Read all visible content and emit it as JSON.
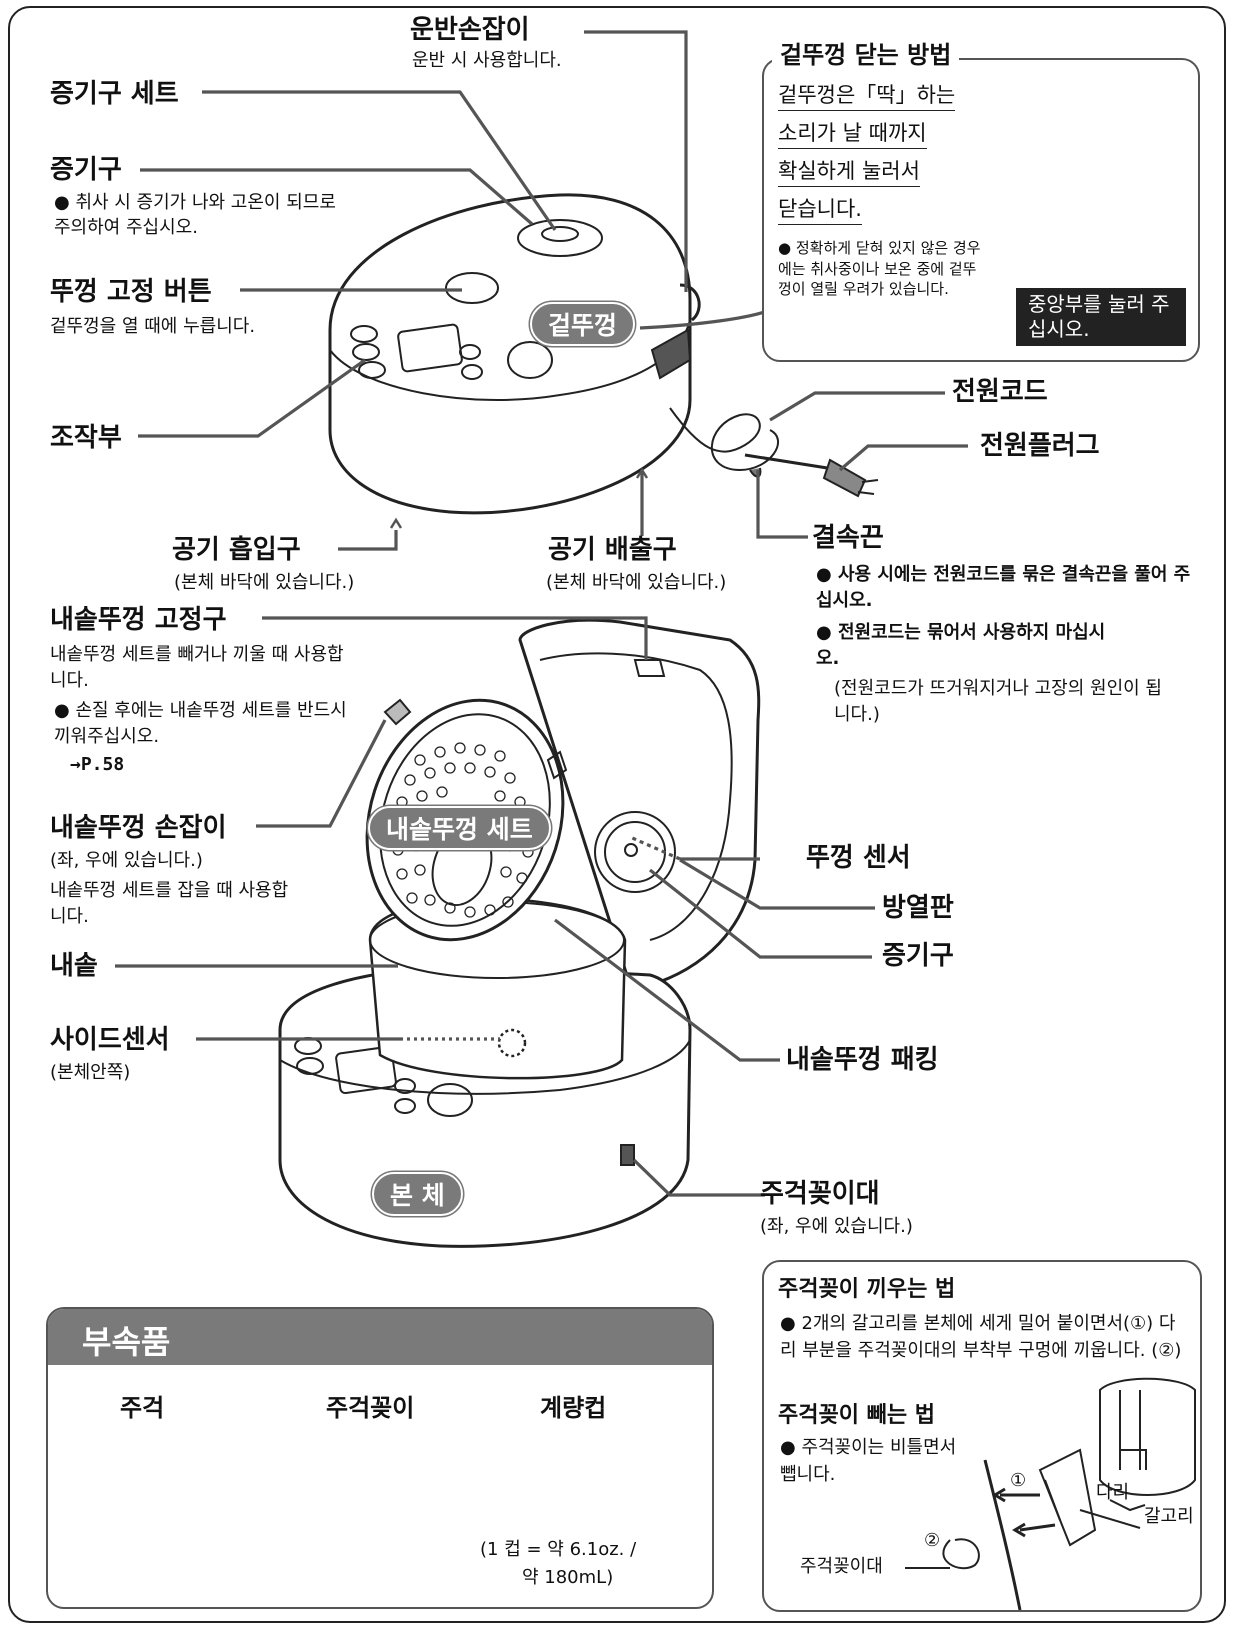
{
  "labels": {
    "carry_handle": {
      "title": "운반손잡이",
      "desc": "운반 시 사용합니다."
    },
    "steam_vent_set": "증기구 세트",
    "steam_vent": {
      "title": "증기구",
      "bullet": "취사 시 증기가 나와 고온이 되므로 주의하여 주십시오."
    },
    "lid_release": {
      "title": "뚜껑 고정 버튼",
      "desc": "겉뚜껑을 열 때에 누릅니다."
    },
    "outer_lid": "겉뚜껑",
    "control_panel": "조작부",
    "power_cord": "전원코드",
    "power_plug": "전원플러그",
    "air_intake": {
      "title": "공기 흡입구",
      "desc": "(본체 바닥에 있습니다.)"
    },
    "air_exhaust": {
      "title": "공기 배출구",
      "desc": "(본체 바닥에 있습니다.)"
    },
    "tie": {
      "title": "결속끈",
      "b1": "사용 시에는 전원코드를 묶은 결속끈을 풀어 주십시오.",
      "b2": "전원코드는 묶어서 사용하지 마십시오.",
      "note": "(전원코드가 뜨거워지거나 고장의 원인이 됩니다.)"
    },
    "inner_lid_hook": {
      "title": "내솥뚜껑 고정구",
      "desc": "내솥뚜껑 세트를 빼거나 끼울 때 사용합니다.",
      "bullet": "손질 후에는 내솥뚜껑 세트를 반드시 끼워주십시오.",
      "ref": "→P.58"
    },
    "inner_lid_handle": {
      "title": "내솥뚜껑 손잡이",
      "desc1": "(좌, 우에 있습니다.)",
      "desc2": "내솥뚜껑 세트를 잡을 때 사용합니다."
    },
    "inner_lid_set": "내솥뚜껑 세트",
    "lid_sensor": "뚜껑 센서",
    "heat_plate": "방열판",
    "steam_vent_2": "증기구",
    "inner_pot": "내솥",
    "side_sensor": {
      "title": "사이드센서",
      "desc": "(본체안쪽)"
    },
    "inner_lid_packing": "내솥뚜껑 패킹",
    "main_body": "본 체",
    "paddle_holder": {
      "title": "주걱꽂이대",
      "desc": "(좌, 우에 있습니다.)"
    }
  },
  "close_lid_box": {
    "title": "겉뚜껑 닫는 방법",
    "lines": [
      "겉뚜껑은「딱」하는",
      "소리가 날 때까지",
      "확실하게 눌러서",
      "닫습니다."
    ],
    "bullet": "정확하게 닫혀 있지 않은 경우에는 취사중이나 보온 중에 겉뚜껑이 열릴 우려가 있습니다.",
    "press_note": "중앙부를 눌러 주십시오."
  },
  "accessories": {
    "title": "부속품",
    "paddle": "주걱",
    "paddle_holder": "주걱꽂이",
    "cup": "계량컵",
    "cup_note_1": "(1 컵 = 약 6.1oz. /",
    "cup_note_2": "약 180mL)"
  },
  "holder_box": {
    "insert_title": "주걱꽂이 끼우는 법",
    "insert_bullet": "2개의 갈고리를 본체에 세게 밀어 붙이면서(①) 다리 부분을 주걱꽂이대의 부착부 구멍에 끼웁니다. (②)",
    "remove_title": "주걱꽂이 빼는 법",
    "remove_bullet": "주걱꽂이는 비틀면서 뺍니다.",
    "leg": "다리",
    "hook": "갈고리",
    "stand": "주걱꽂이대",
    "step1": "①",
    "step2": "②"
  }
}
